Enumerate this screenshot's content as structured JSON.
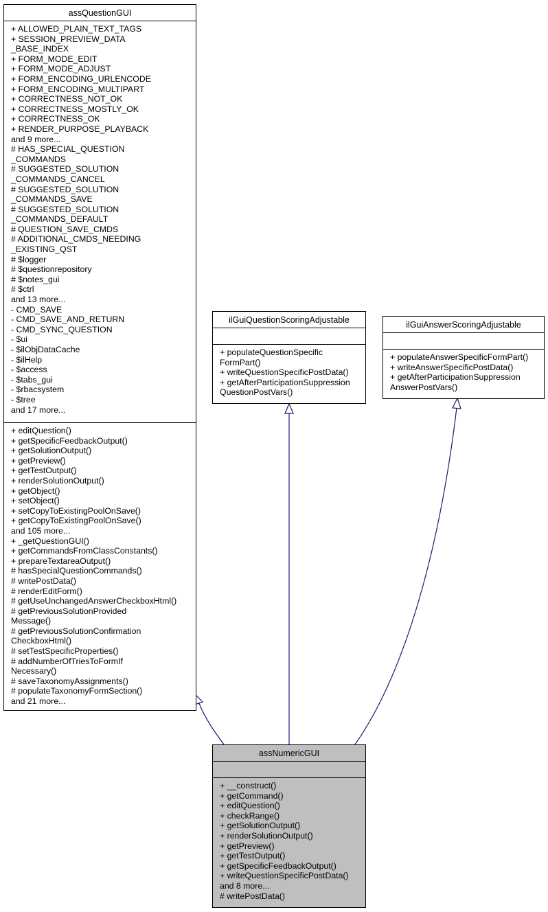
{
  "classes": {
    "assQuestionGUI": {
      "name": "assQuestionGUI",
      "attributes": [
        "+ ALLOWED_PLAIN_TEXT_TAGS",
        "+ SESSION_PREVIEW_DATA",
        "_BASE_INDEX",
        "+ FORM_MODE_EDIT",
        "+ FORM_MODE_ADJUST",
        "+ FORM_ENCODING_URLENCODE",
        "+ FORM_ENCODING_MULTIPART",
        "+ CORRECTNESS_NOT_OK",
        "+ CORRECTNESS_MOSTLY_OK",
        "+ CORRECTNESS_OK",
        "+ RENDER_PURPOSE_PLAYBACK",
        "and 9 more...",
        "# HAS_SPECIAL_QUESTION",
        "_COMMANDS",
        "# SUGGESTED_SOLUTION",
        "_COMMANDS_CANCEL",
        "# SUGGESTED_SOLUTION",
        "_COMMANDS_SAVE",
        "# SUGGESTED_SOLUTION",
        "_COMMANDS_DEFAULT",
        "# QUESTION_SAVE_CMDS",
        "# ADDITIONAL_CMDS_NEEDING",
        "_EXISTING_QST",
        "# $logger",
        "# $questionrepository",
        "# $notes_gui",
        "# $ctrl",
        "and 13 more...",
        "- CMD_SAVE",
        "- CMD_SAVE_AND_RETURN",
        "- CMD_SYNC_QUESTION",
        "- $ui",
        "- $ilObjDataCache",
        "- $ilHelp",
        "- $access",
        "- $tabs_gui",
        "- $rbacsystem",
        "- $tree",
        "and 17 more..."
      ],
      "methods": [
        "+ editQuestion()",
        "+ getSpecificFeedbackOutput()",
        "+ getSolutionOutput()",
        "+ getPreview()",
        "+ getTestOutput()",
        "+ renderSolutionOutput()",
        "+ getObject()",
        "+ setObject()",
        "+ setCopyToExistingPoolOnSave()",
        "+ getCopyToExistingPoolOnSave()",
        "and 105 more...",
        "+ _getQuestionGUI()",
        "+ getCommandsFromClassConstants()",
        "+ prepareTextareaOutput()",
        "# hasSpecialQuestionCommands()",
        "# writePostData()",
        "# renderEditForm()",
        "# getUseUnchangedAnswerCheckboxHtml()",
        "# getPreviousSolutionProvided",
        "Message()",
        "# getPreviousSolutionConfirmation",
        "CheckboxHtml()",
        "# setTestSpecificProperties()",
        "# addNumberOfTriesToFormIf",
        "Necessary()",
        "# saveTaxonomyAssignments()",
        "# populateTaxonomyFormSection()",
        "and 21 more..."
      ]
    },
    "ilGuiQuestionScoringAdjustable": {
      "name": "ilGuiQuestionScoringAdjustable",
      "methods": [
        "+ populateQuestionSpecific",
        "FormPart()",
        "+ writeQuestionSpecificPostData()",
        "+ getAfterParticipationSuppression",
        "QuestionPostVars()"
      ]
    },
    "ilGuiAnswerScoringAdjustable": {
      "name": "ilGuiAnswerScoringAdjustable",
      "methods": [
        "+ populateAnswerSpecificFormPart()",
        "+ writeAnswerSpecificPostData()",
        "+ getAfterParticipationSuppression",
        "AnswerPostVars()"
      ]
    },
    "assNumericGUI": {
      "name": "assNumericGUI",
      "methods": [
        "+ __construct()",
        "+ getCommand()",
        "+ editQuestion()",
        "+ checkRange()",
        "+ getSolutionOutput()",
        "+ renderSolutionOutput()",
        "+ getPreview()",
        "+ getTestOutput()",
        "+ getSpecificFeedbackOutput()",
        "+ writeQuestionSpecificPostData()",
        "and 8 more...",
        "# writePostData()"
      ]
    }
  },
  "colors": {
    "edge": "#191970",
    "highlight_fill": "#bfbfbf",
    "border": "#000000"
  }
}
